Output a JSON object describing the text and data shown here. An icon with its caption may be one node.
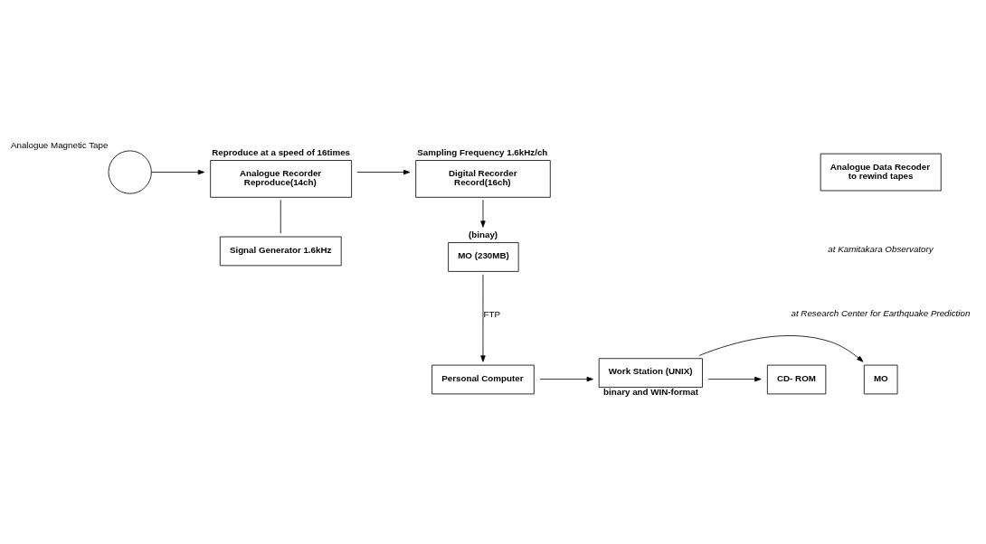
{
  "diagram": {
    "nodes": [
      {
        "text": [
          "Analogue Magnetic Tape"
        ]
      },
      {
        "text": [
          "Analogue Recorder",
          "Reproduce(14ch)"
        ],
        "beside": [
          "Reproduce at a speed of 16times"
        ]
      },
      {
        "text": [
          "Digital Recorder",
          "Record(16ch)"
        ],
        "beside": [
          "Sampling Frequency 1.6kHz/ch"
        ]
      },
      {
        "text": [
          "Analogue Data Recoder",
          "to rewind tapes"
        ]
      },
      {
        "text": [
          "Signal Generator 1.6kHz"
        ]
      },
      {
        "text": [
          "MO (230MB)"
        ],
        "beside": [
          "(binay)"
        ]
      },
      {
        "text": [
          "Personal Computer"
        ]
      },
      {
        "text": [
          "Work Station (UNIX)"
        ],
        "beside": [
          "binary and WIN-format"
        ]
      },
      {
        "text": [
          "MO"
        ]
      },
      {
        "text": [
          "CD- ROM"
        ]
      }
    ],
    "edges": [
      {
        "from": 0,
        "to": 1,
        "arrow": "to"
      },
      {
        "from": 1,
        "to": 2,
        "arrow": "to"
      },
      {
        "from": 1,
        "to": 4,
        "arrow": "none"
      },
      {
        "from": 2,
        "to": 5,
        "arrow": "to"
      },
      {
        "from": 5,
        "to": 6,
        "arrow": "to",
        "label": "FTP"
      },
      {
        "from": 6,
        "to": 7,
        "arrow": "to"
      },
      {
        "from": 7,
        "to": 8,
        "arrow": "to"
      },
      {
        "from": 7,
        "to": 9,
        "arrow": "to"
      }
    ],
    "labels": [
      "at Kamitakara Observatory",
      "at Research Center for Earthquake Prediction"
    ]
  }
}
